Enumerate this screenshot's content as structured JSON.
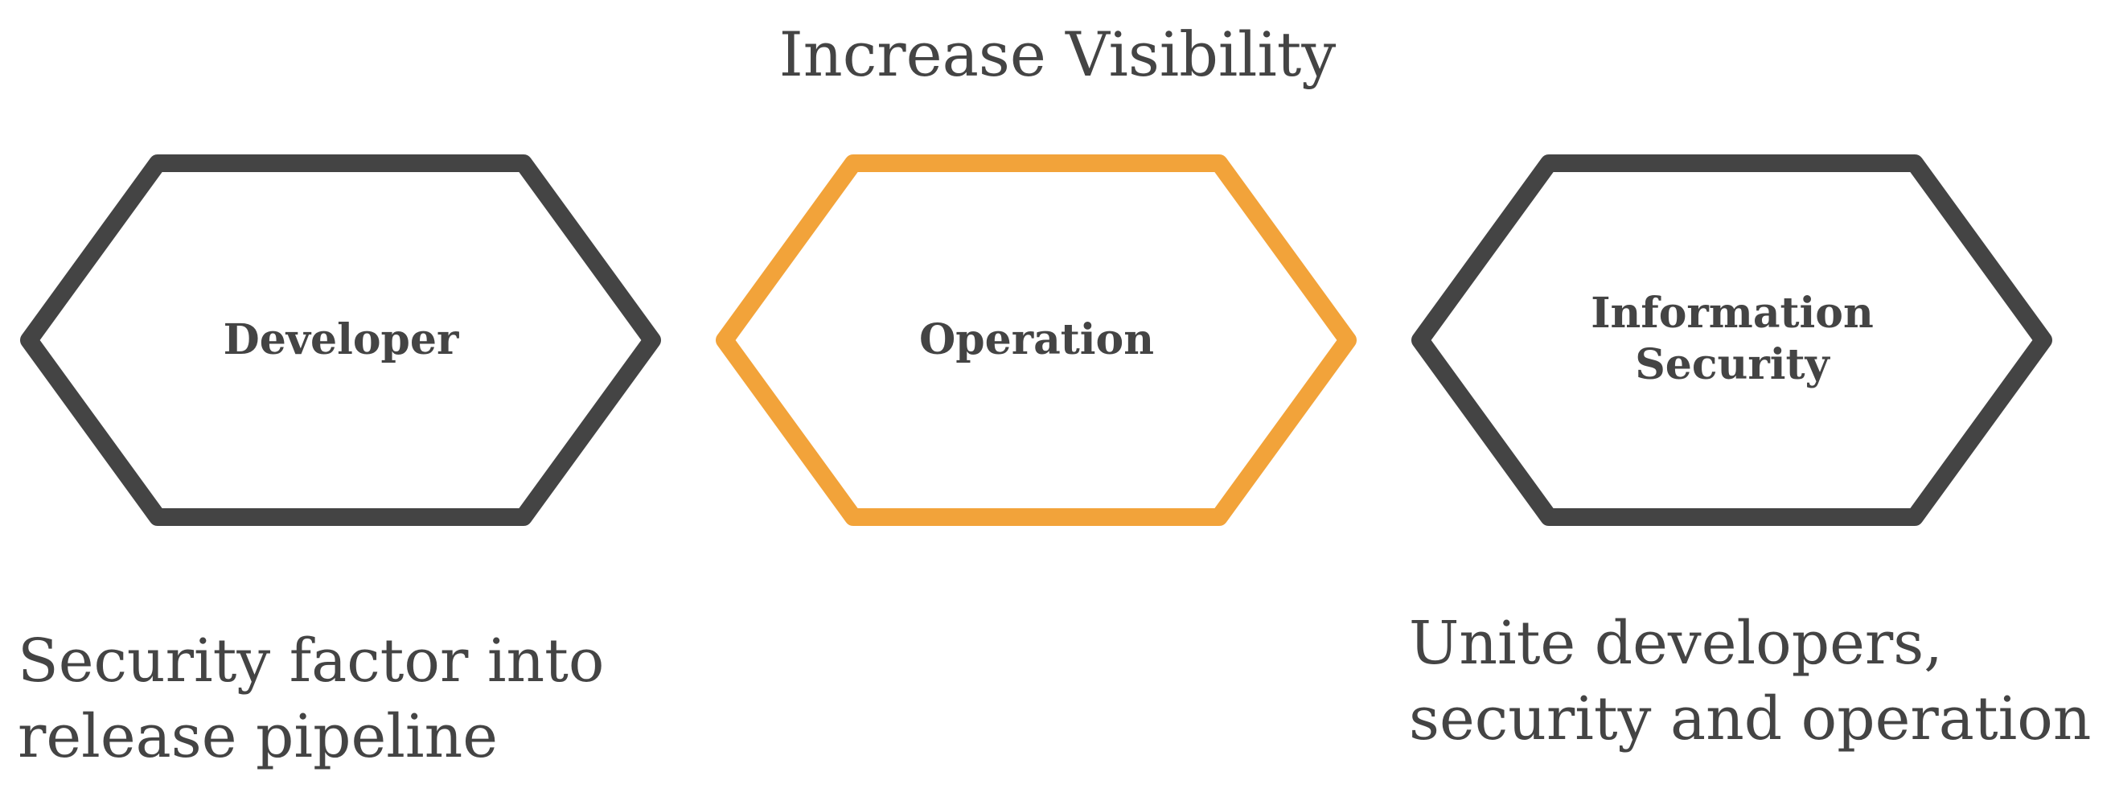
{
  "title": "Increase Visibility",
  "colors": {
    "dark": "#444444",
    "accent": "#F2A33A"
  },
  "hexagons": [
    {
      "label_lines": [
        "Developer"
      ],
      "color": "#444444",
      "highlighted": false
    },
    {
      "label_lines": [
        "Operation"
      ],
      "color": "#F2A33A",
      "highlighted": true
    },
    {
      "label_lines": [
        "Information",
        "Security"
      ],
      "color": "#444444",
      "highlighted": false
    }
  ],
  "captions": {
    "left": [
      "Security factor into",
      "release pipeline"
    ],
    "right": [
      "Unite developers,",
      "security and operation"
    ]
  }
}
